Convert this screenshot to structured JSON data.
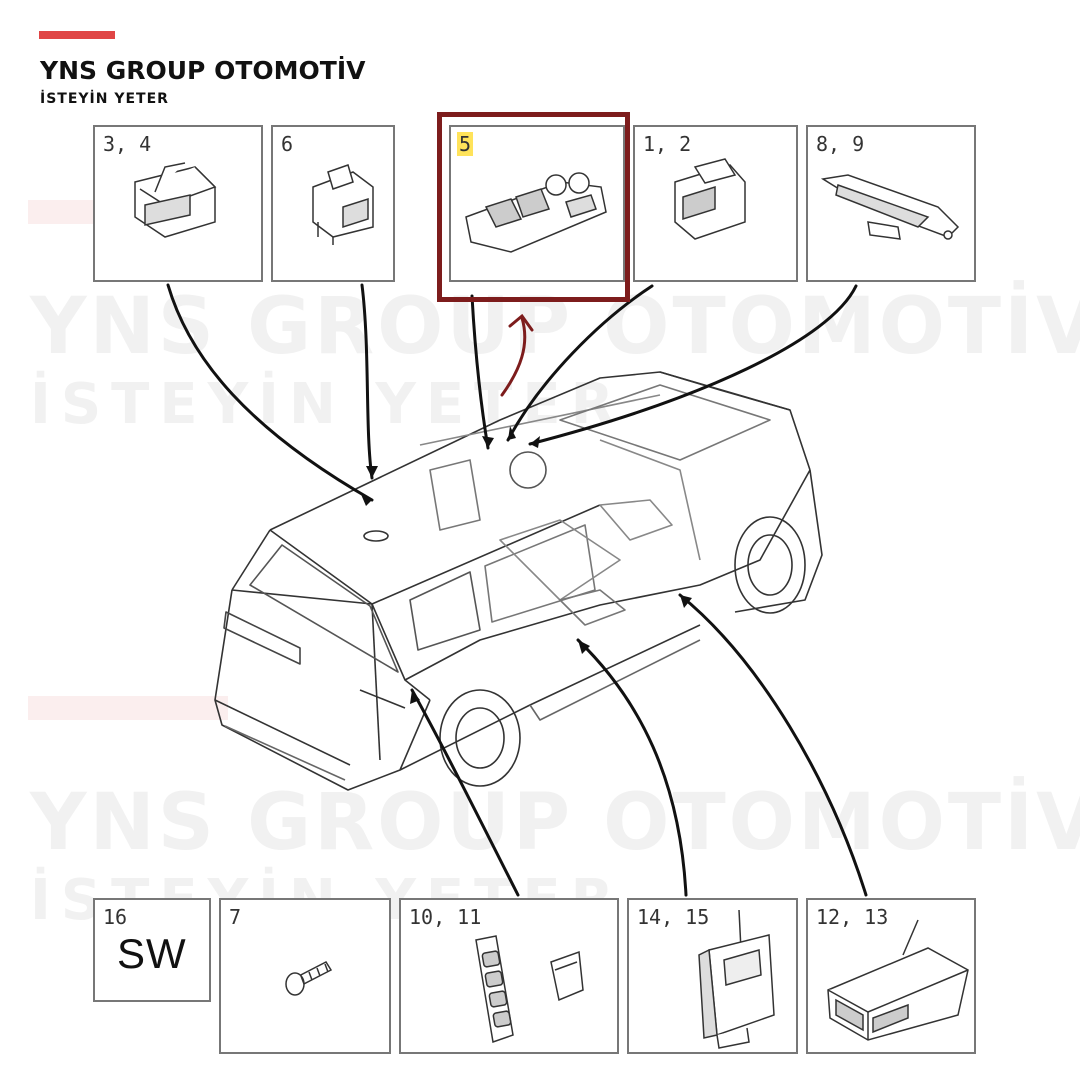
{
  "brand": {
    "title": "YNS GROUP OTOMOTİV",
    "tagline": "İSTEYİN YETER",
    "accent_color": "#e04545"
  },
  "watermark": {
    "line1": "YNS GROUP OTOMOTİV",
    "line2": "İSTEYİN YETER"
  },
  "highlight_color": "#7d1c1c",
  "top_parts": [
    {
      "label": "3, 4",
      "icon": "rocker-switch-icon"
    },
    {
      "label": "6",
      "icon": "seat-switch-icon"
    },
    {
      "label": "5",
      "icon": "window-switch-panel-icon",
      "highlighted": true
    },
    {
      "label": "1, 2",
      "icon": "single-switch-icon"
    },
    {
      "label": "8, 9",
      "icon": "switch-strip-icon"
    }
  ],
  "bottom_parts": [
    {
      "label": "16",
      "icon": "software-icon",
      "text": "SW"
    },
    {
      "label": "7",
      "icon": "screw-icon"
    },
    {
      "label": "10, 11",
      "icon": "button-panel-icon"
    },
    {
      "label": "14, 15",
      "icon": "control-module-icon"
    },
    {
      "label": "12, 13",
      "icon": "control-unit-icon"
    }
  ]
}
